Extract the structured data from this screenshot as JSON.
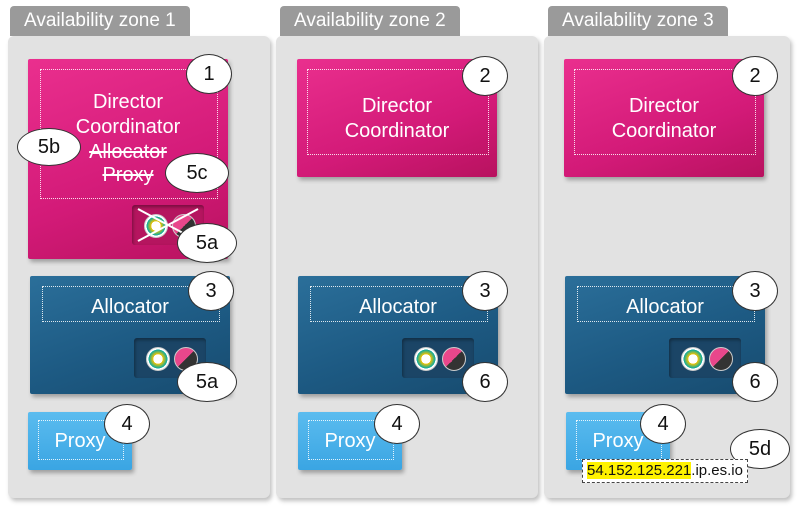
{
  "zones": [
    {
      "title": "Availability zone 1"
    },
    {
      "title": "Availability zone 2"
    },
    {
      "title": "Availability zone 3"
    }
  ],
  "director": {
    "line1": "Director",
    "line2": "Coordinator",
    "allocator_struck": "Allocator",
    "proxy_struck": "Proxy"
  },
  "allocator": {
    "label": "Allocator"
  },
  "proxy": {
    "label": "Proxy"
  },
  "callouts": {
    "c1": "1",
    "c2": "2",
    "c3": "3",
    "c4": "4",
    "c5a": "5a",
    "c5b": "5b",
    "c5c": "5c",
    "c5d": "5d",
    "c6": "6"
  },
  "endpoint": {
    "ip": "54.152.125.221",
    "suffix": ".ip.es.io"
  },
  "colors": {
    "director": "#d31a78",
    "allocator": "#1d5a83",
    "proxy": "#3aa5e3",
    "zone_bg": "#e2e2e2",
    "tab": "#9a9a9a",
    "highlight": "#fff200"
  }
}
